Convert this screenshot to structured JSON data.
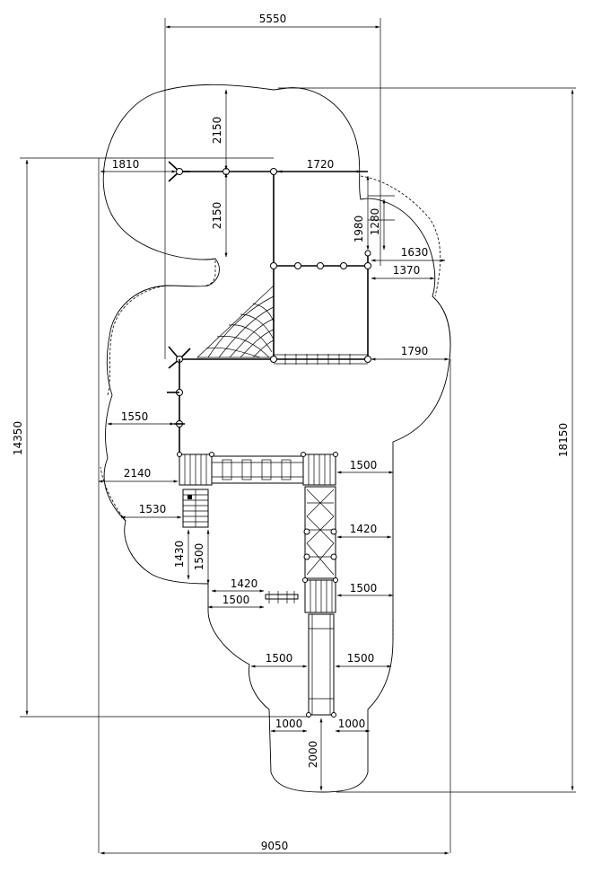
{
  "drawing": {
    "dimensions": {
      "overall_width": "9050",
      "overall_height": "18150",
      "structure_height": "14350",
      "top_width": "5550",
      "top_upper": "2150",
      "top_lower": "2150",
      "left_top": "1810",
      "right_top": "1720",
      "right_vert_outer": "1980",
      "right_vert_inner": "1280",
      "right_offset_outer": "1630",
      "right_offset_inner": "1370",
      "net_right": "1790",
      "left_mid": "1550",
      "left_deck": "2140",
      "stair_left": "1530",
      "stair_h1": "1430",
      "stair_h2": "1500",
      "deck_right": "1500",
      "ladder_right": "1420",
      "slide_deck_right": "1500",
      "bench_left1": "1420",
      "bench_left2": "1500",
      "slide_left": "1500",
      "slide_right": "1500",
      "exit_left": "1000",
      "exit_right": "1000",
      "exit_depth": "2000"
    }
  }
}
